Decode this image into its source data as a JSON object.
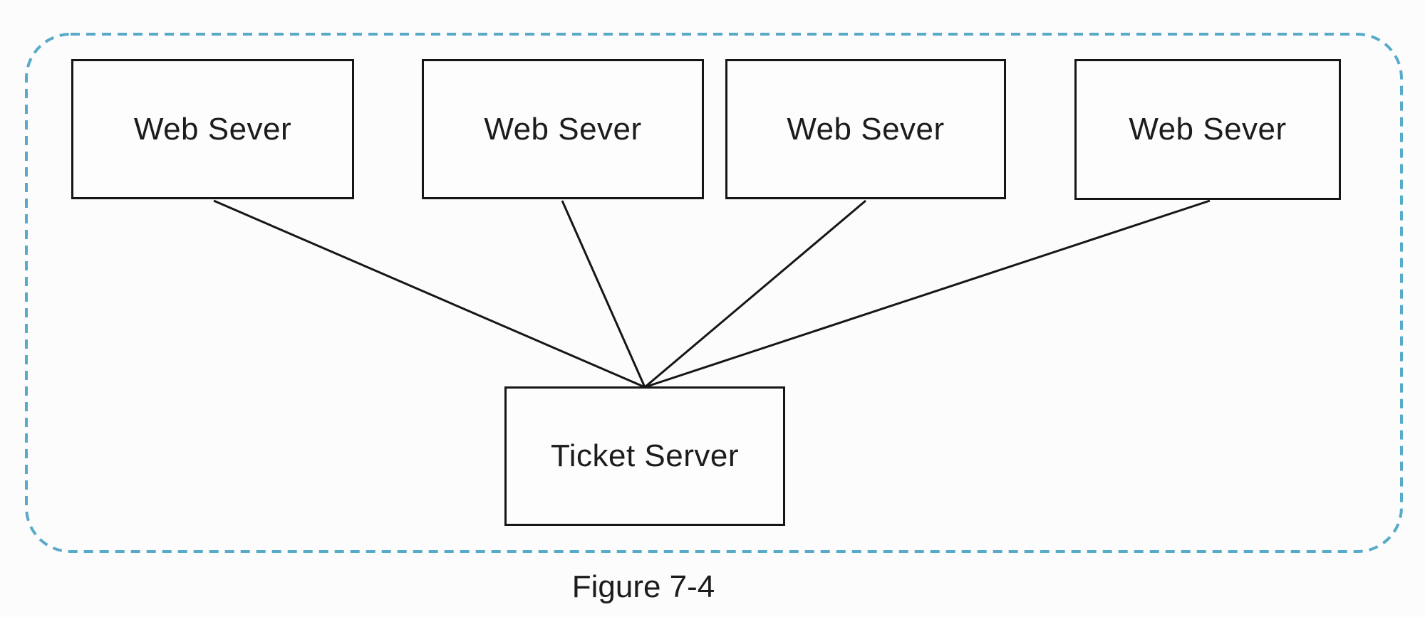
{
  "diagram": {
    "caption": "Figure 7-4",
    "colors": {
      "background": "#fcfcfc",
      "enclosure_dash": "#58abc8",
      "node_border": "#161616",
      "connector": "#161616",
      "text": "#1c1c1c"
    },
    "nodes": [
      {
        "id": "web-server-1",
        "label": "Web Sever"
      },
      {
        "id": "web-server-2",
        "label": "Web Sever"
      },
      {
        "id": "web-server-3",
        "label": "Web Sever"
      },
      {
        "id": "web-server-4",
        "label": "Web Sever"
      },
      {
        "id": "ticket-server",
        "label": "Ticket Server"
      }
    ],
    "edges": [
      {
        "from": "web-server-1",
        "to": "ticket-server"
      },
      {
        "from": "web-server-2",
        "to": "ticket-server"
      },
      {
        "from": "web-server-3",
        "to": "ticket-server"
      },
      {
        "from": "web-server-4",
        "to": "ticket-server"
      }
    ]
  }
}
